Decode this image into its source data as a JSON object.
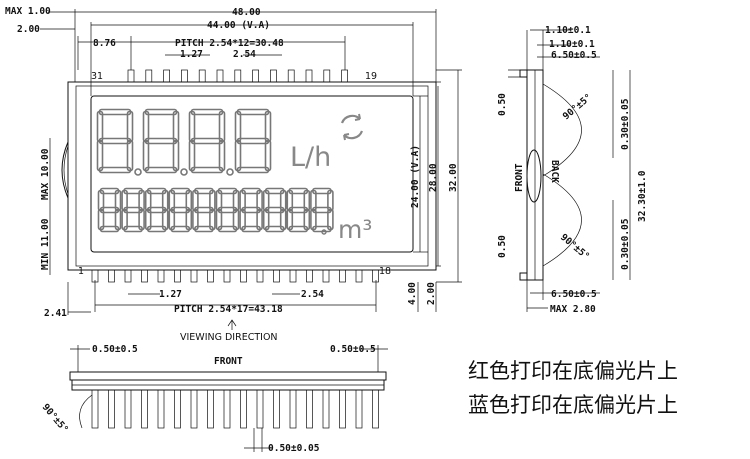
{
  "front_view": {
    "top_dims": {
      "max_thick": "MAX 1.00",
      "left_offset": "2.00",
      "overall_width": "48.00",
      "va_width": "44.00 (V.A)",
      "edge_to_pin": "8.76",
      "pitch_top": "PITCH 2.54*12=30.48",
      "pin_width_top": "1.27",
      "pin_pitch_top": "2.54"
    },
    "pin_marks": {
      "top_left": "31",
      "top_right": "19",
      "bottom_left": "1",
      "bottom_right": "18"
    },
    "display": {
      "unit_top": "L/h",
      "unit_bottom": "m³"
    },
    "right_dims": {
      "va_height": "24.00 (V.A)",
      "h28": "28.00",
      "h32": "32.00",
      "d400": "4.00",
      "d200": "2.00"
    },
    "left_dims": {
      "max_10": "MAX 10.00",
      "min_11": "MIN 11.00",
      "d241": "2.41"
    },
    "bottom_dims": {
      "pin_width_bottom": "1.27",
      "pin_pitch_bottom": "2.54",
      "pitch_bottom": "PITCH 2.54*17=43.18"
    },
    "viewing_direction": "VIEWING DIRECTION"
  },
  "side_view": {
    "d110a": "1.10±0.1",
    "d110b": "1.10±0.1",
    "d650_top": "6.50±0.5",
    "d050_top": "0.50",
    "d030_top": "0.30±0.05",
    "angle_top": "90°±5°",
    "front": "FRONT",
    "back": "BACK",
    "height": "32.30±1.0",
    "d050_bottom": "0.50",
    "d030_bottom": "0.30±0.05",
    "angle_bottom": "90°±5°",
    "d650_bottom": "6.50±0.5",
    "max_280": "MAX 2.80"
  },
  "bottom_view": {
    "left": "0.50±0.5",
    "right": "0.50±0.5",
    "front": "FRONT",
    "angle": "90°±5°",
    "pin_dim": "0.50±0.05"
  },
  "notes": [
    "红色打印在底偏光片上",
    "蓝色打印在底偏光片上"
  ]
}
